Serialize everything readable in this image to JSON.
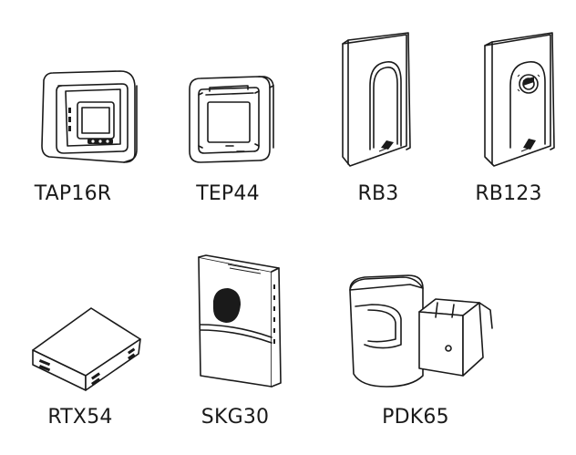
{
  "products": [
    {
      "id": "tap16r",
      "label": "TAP16R",
      "icon": "thermostat-tap16r-icon"
    },
    {
      "id": "tep44",
      "label": "TEP44",
      "icon": "thermostat-tep44-icon"
    },
    {
      "id": "rb3",
      "label": "RB3",
      "icon": "controller-rb3-icon"
    },
    {
      "id": "rb123",
      "label": "RB123",
      "icon": "controller-rb123-icon"
    },
    {
      "id": "rtx54",
      "label": "RTX54",
      "icon": "sensor-rtx54-icon"
    },
    {
      "id": "skg30",
      "label": "SKG30",
      "icon": "sensor-skg30-icon"
    },
    {
      "id": "pdk65",
      "label": "PDK65",
      "icon": "detector-pdk65-icon"
    }
  ],
  "colors": {
    "line": "#1a1a1a",
    "background": "#ffffff"
  }
}
